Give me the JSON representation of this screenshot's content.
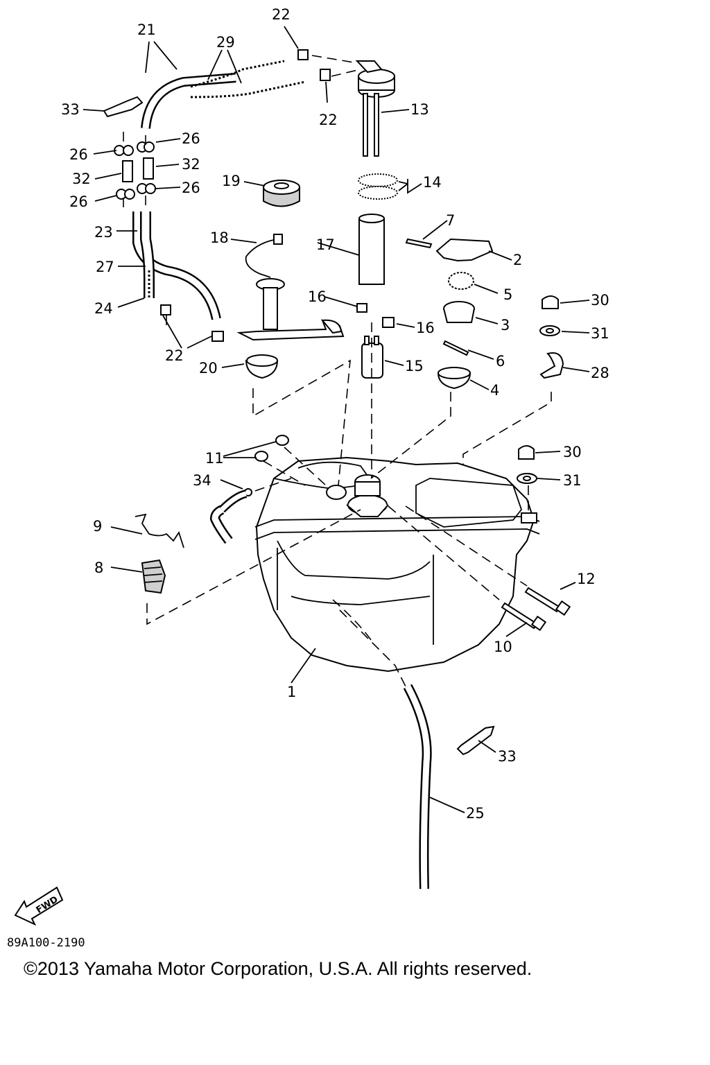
{
  "callouts": {
    "c1": "1",
    "c2": "2",
    "c3": "3",
    "c4": "4",
    "c5": "5",
    "c6": "6",
    "c7": "7",
    "c8": "8",
    "c9": "9",
    "c10": "10",
    "c11": "11",
    "c12": "12",
    "c13": "13",
    "c14": "14",
    "c15": "15",
    "c16a": "16",
    "c16b": "16",
    "c17": "17",
    "c18": "18",
    "c19": "19",
    "c20": "20",
    "c21": "21",
    "c22a": "22",
    "c22b": "22",
    "c22c": "22",
    "c23": "23",
    "c24": "24",
    "c25": "25",
    "c26a": "26",
    "c26b": "26",
    "c26c": "26",
    "c26d": "26",
    "c27": "27",
    "c28": "28",
    "c29": "29",
    "c30a": "30",
    "c30b": "30",
    "c31a": "31",
    "c31b": "31",
    "c32a": "32",
    "c32b": "32",
    "c33a": "33",
    "c33b": "33",
    "c34": "34"
  },
  "fwd_label": "FWD",
  "diagram_code": "89A100-2190",
  "copyright": "©2013 Yamaha Motor Corporation, U.S.A. All rights reserved."
}
